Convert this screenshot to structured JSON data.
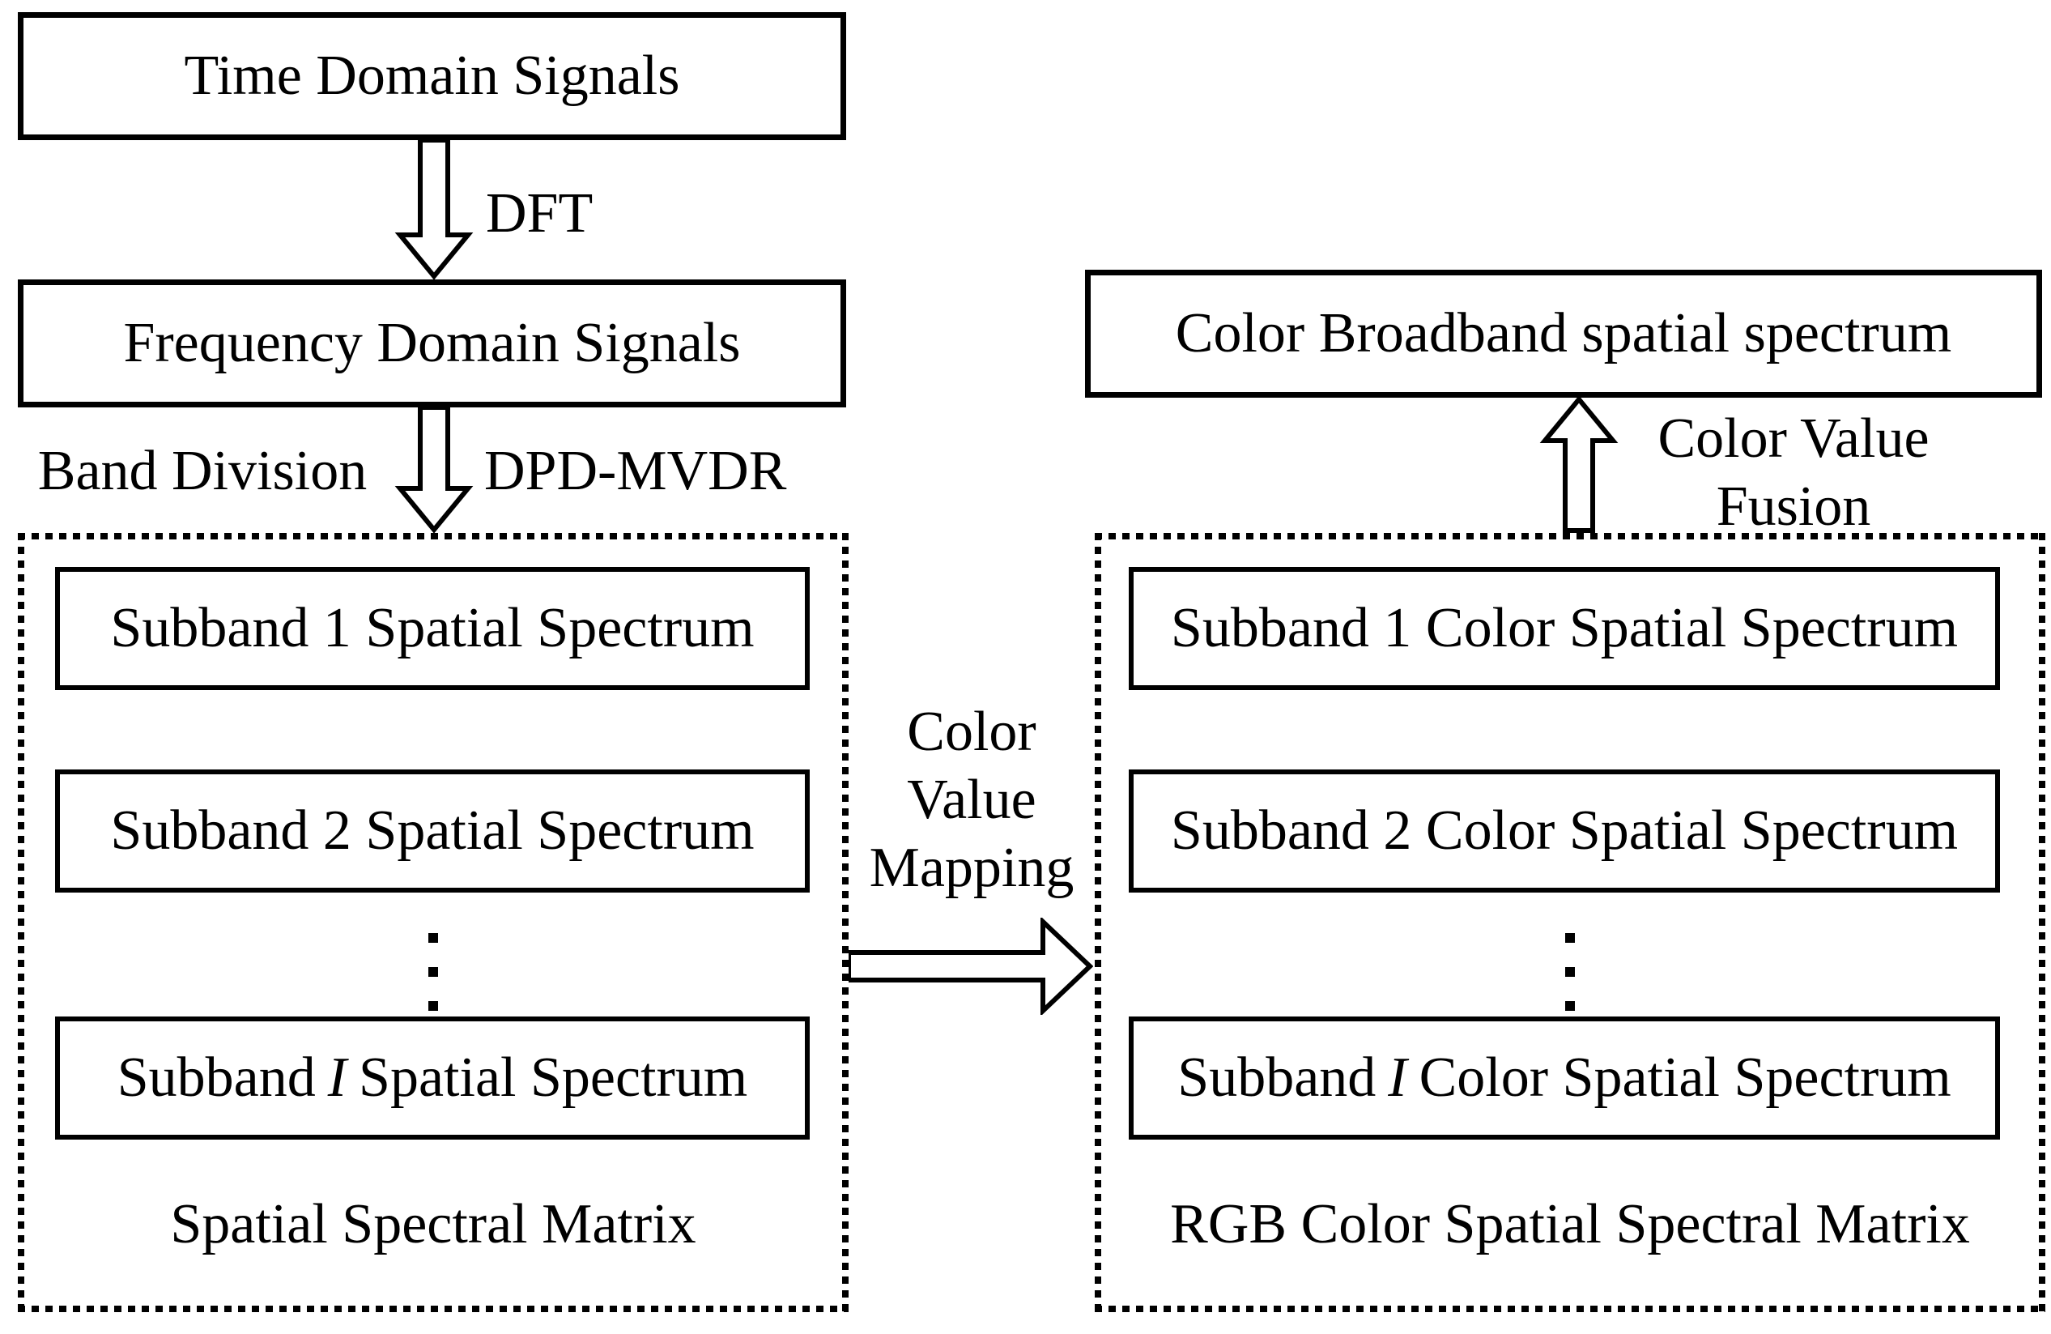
{
  "colors": {
    "ink": "#000000",
    "paper": "#ffffff"
  },
  "left_flow": {
    "time_box_label": "Time Domain Signals",
    "dft_arrow_label": "DFT",
    "frequency_box_label": "Frequency Domain Signals",
    "band_division_label": "Band Division",
    "dpd_mvdr_label": "DPD-MVDR"
  },
  "spatial_matrix_panel": {
    "subband1_label": "Subband 1 Spatial Spectrum",
    "subband2_label": "Subband 2 Spatial Spectrum",
    "subbandI": {
      "prefix": "Subband",
      "index": "I",
      "suffix": "Spatial Spectrum"
    },
    "caption": "Spatial Spectral Matrix"
  },
  "mapping_annotation": {
    "line1": "Color",
    "line2": "Value",
    "line3": "Mapping"
  },
  "color_matrix_panel": {
    "subband1_label": "Subband 1 Color Spatial Spectrum",
    "subband2_label": "Subband 2 Color Spatial Spectrum",
    "subbandI": {
      "prefix": "Subband",
      "index": "I",
      "suffix": "Color Spatial Spectrum"
    },
    "caption": "RGB Color Spatial Spectral Matrix"
  },
  "fusion_annotation": {
    "line1": "Color Value",
    "line2": "Fusion"
  },
  "right_flow": {
    "output_box_label": "Color Broadband spatial spectrum"
  }
}
